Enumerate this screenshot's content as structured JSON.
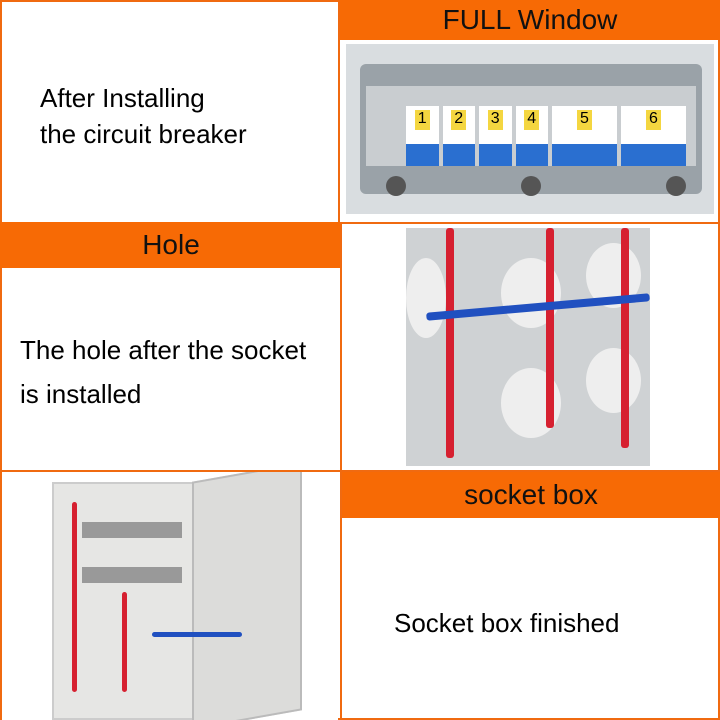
{
  "panels": [
    {
      "header": "FULL Window",
      "caption": "After Installing the circuit breaker",
      "caption_lines": [
        "After Installing",
        "the circuit breaker"
      ]
    },
    {
      "header": "Hole",
      "caption_lines": [
        "The hole after the socket",
        "is installed"
      ]
    },
    {
      "header": "socket box",
      "caption_lines": [
        "Socket box finished"
      ]
    }
  ],
  "breaker_labels": [
    "1",
    "2",
    "3",
    "4",
    "5",
    "6"
  ],
  "colors": {
    "accent": "#f76a05",
    "border": "#f06a10"
  }
}
